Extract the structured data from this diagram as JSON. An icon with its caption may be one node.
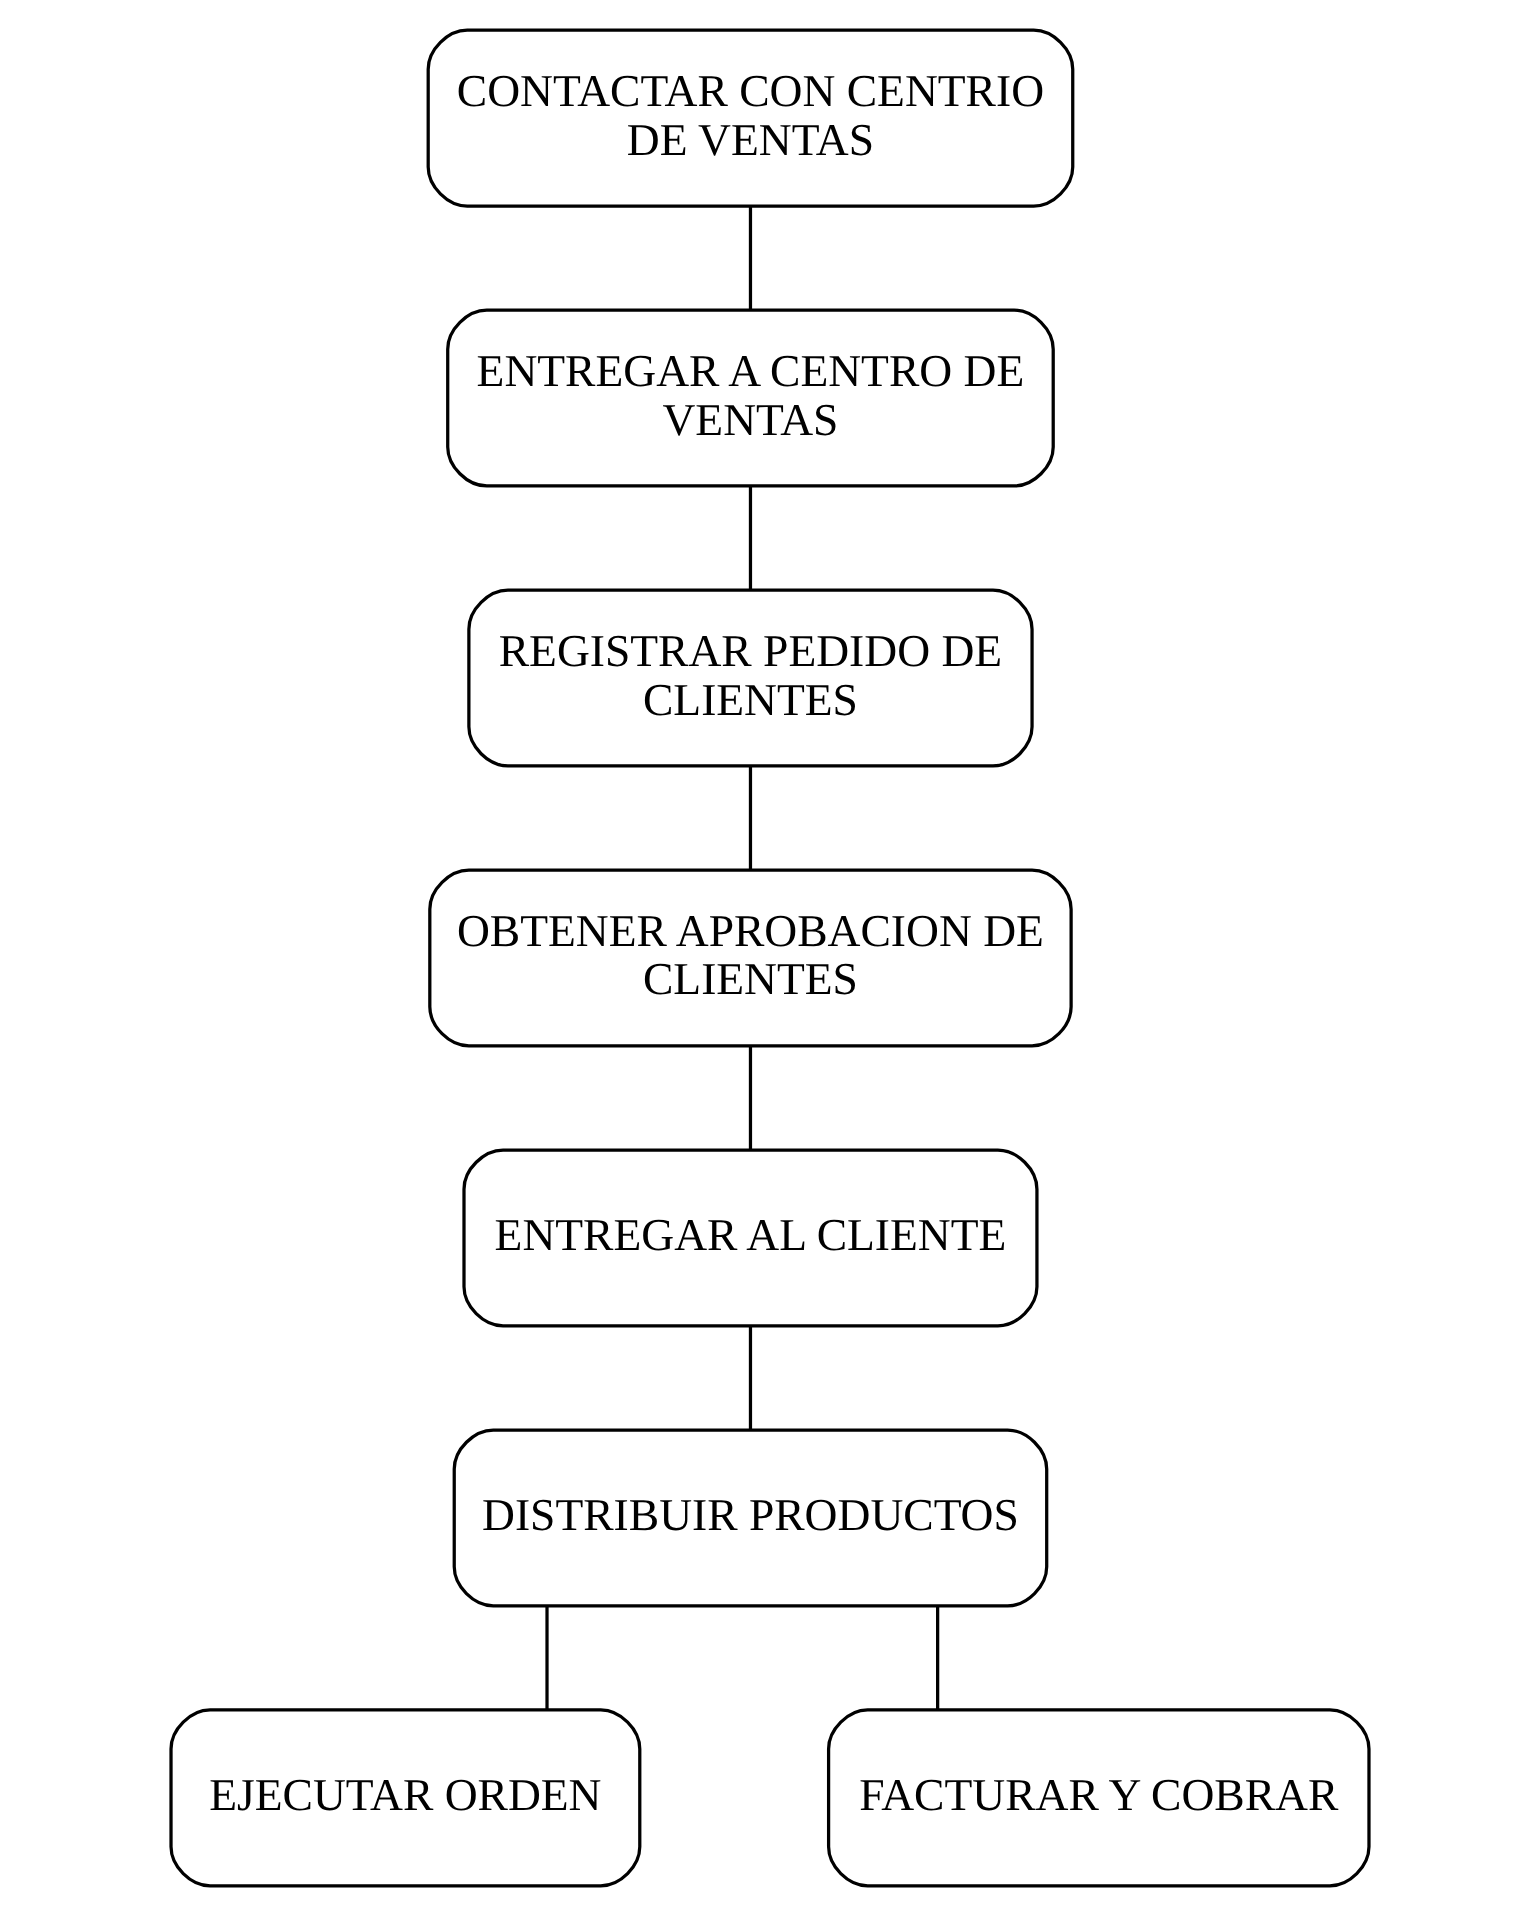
{
  "diagram": {
    "nodes": [
      {
        "text": [
          "CONTACTAR CON CENTRIO DE VENTAS"
        ]
      },
      {
        "text": [
          "ENTREGAR A CENTRO DE VENTAS"
        ]
      },
      {
        "text": [
          "REGISTRAR PEDIDO DE CLIENTES"
        ]
      },
      {
        "text": [
          "OBTENER APROBACION DE CLIENTES"
        ]
      },
      {
        "text": [
          "ENTREGAR AL CLIENTE"
        ]
      },
      {
        "text": [
          "DISTRIBUIR PRODUCTOS"
        ]
      },
      {
        "text": [
          "EJECUTAR ORDEN"
        ]
      },
      {
        "text": [
          "FACTURAR Y COBRAR"
        ]
      }
    ],
    "edges": [
      {
        "from": 0,
        "to": 1,
        "arrow": "none"
      },
      {
        "from": 1,
        "to": 2,
        "arrow": "none"
      },
      {
        "from": 2,
        "to": 3,
        "arrow": "none"
      },
      {
        "from": 3,
        "to": 4,
        "arrow": "none"
      },
      {
        "from": 4,
        "to": 5,
        "arrow": "none"
      },
      {
        "from": 5,
        "to": 6,
        "arrow": "none"
      },
      {
        "from": 5,
        "to": 7,
        "arrow": "none"
      }
    ]
  }
}
